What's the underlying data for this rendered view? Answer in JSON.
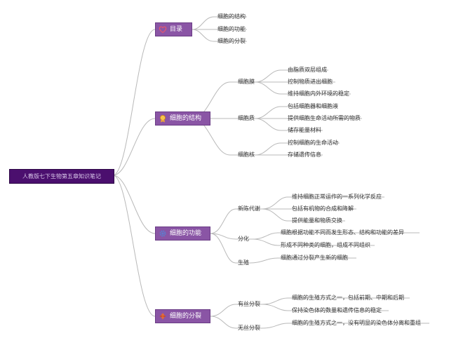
{
  "root": {
    "title": "人教版七下生物第五章知识笔记"
  },
  "sections": [
    {
      "id": "toc",
      "label": "目录",
      "icon": "heart-icon",
      "items": [
        "细胞的结构",
        "细胞的功能",
        "细胞的分裂"
      ]
    },
    {
      "id": "structure",
      "label": "细胞的结构",
      "icon": "medal-icon",
      "groups": [
        {
          "label": "细胞膜",
          "items": [
            "由脂质双层组成",
            "控制物质进出细胞",
            "维持细胞内外环境的稳定"
          ]
        },
        {
          "label": "细胞质",
          "items": [
            "包括细胞器和细胞液",
            "提供细胞生命活动所需的物质",
            "储存能量材料"
          ]
        },
        {
          "label": "细胞核",
          "items": [
            "控制细胞的生命活动",
            "存储遗传信息"
          ]
        }
      ]
    },
    {
      "id": "function",
      "label": "细胞的功能",
      "icon": "gear-icon",
      "groups": [
        {
          "label": "新陈代谢",
          "items": [
            "维持细胞正常运作的一系列化学反应",
            "包括有机物的合成和降解",
            "提供能量和物质交换"
          ]
        },
        {
          "label": "分化",
          "items": [
            "细胞根据功能不同而发生形态、结构和功能的差异",
            "形成不同种类的细胞，组成不同组织"
          ]
        },
        {
          "label": "生殖",
          "items": [
            "细胞通过分裂产生新的细胞"
          ]
        }
      ]
    },
    {
      "id": "division",
      "label": "细胞的分裂",
      "icon": "leaf-icon",
      "groups": [
        {
          "label": "有丝分裂",
          "items": [
            "细胞的生殖方式之一，包括前期、中期和后期",
            "保持染色体的数量和遗传信息的稳定"
          ]
        },
        {
          "label": "无丝分裂",
          "items": [
            "细胞的生殖方式之一，没有明显的染色体分离和重组"
          ]
        }
      ]
    }
  ],
  "colors": {
    "root_bg": "#4b0f6e",
    "section_bg": "#8a55a5",
    "line": "#b9b9b9",
    "heart": "#e0566f",
    "medal": "#e8a23a",
    "gear": "#5a7fd0",
    "leaf": "#e06a3a"
  }
}
